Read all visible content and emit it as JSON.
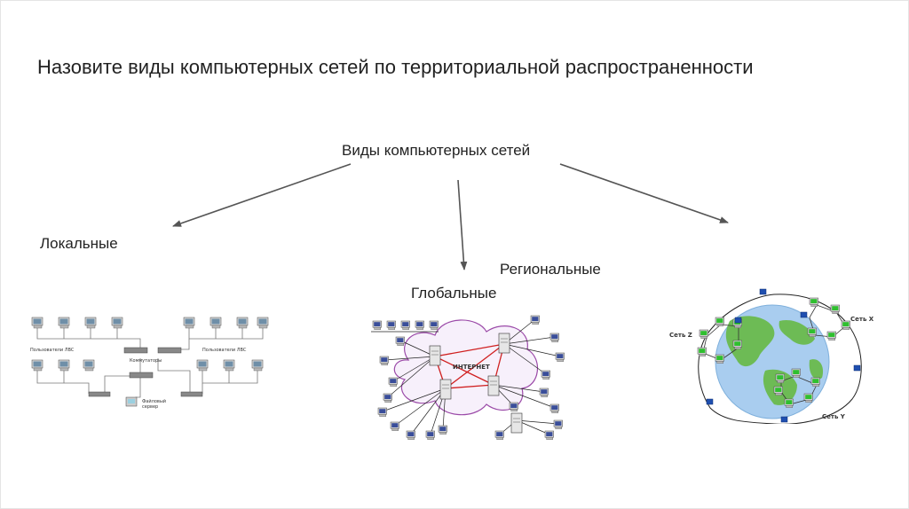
{
  "slide": {
    "title": "Назовите виды компьютерных сетей по территориальной распространенности",
    "root": "Виды компьютерных сетей",
    "branches": {
      "local": "Локальные",
      "global": "Глобальные",
      "regional": "Региональные"
    }
  },
  "figures": {
    "lan": {
      "users_left": "Пользователи ЛВС",
      "users_right": "Пользователи ЛВС",
      "switches": "Коммутаторы",
      "file_server_line1": "Файловый",
      "file_server_line2": "сервер"
    },
    "wan": {
      "cloud_label": "ИНТЕРНЕТ"
    },
    "regional": {
      "net_x": "Сеть X",
      "net_y": "Сеть Y",
      "net_z": "Сеть Z"
    }
  },
  "colors": {
    "arrow": "#555555",
    "cloud_stroke": "#9b4aa8",
    "wan_links": "#d02020",
    "globe_water": "#a9cdef",
    "globe_land": "#6dbb55",
    "monitor_green": "#2fbf2f",
    "node_blue": "#1f4fb0"
  }
}
